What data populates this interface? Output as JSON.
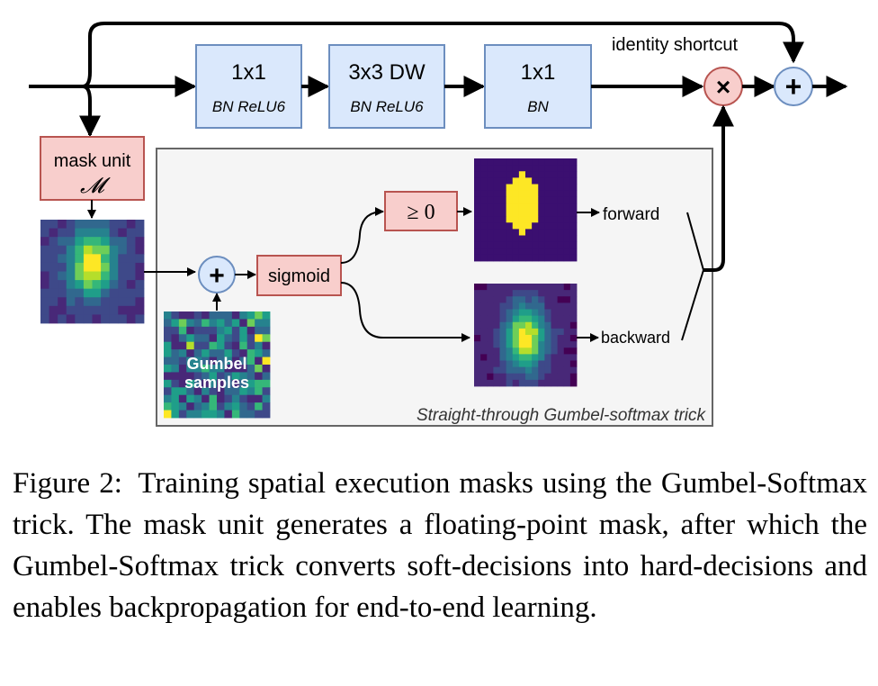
{
  "diagram": {
    "identity_label": "identity shortcut",
    "blocks": [
      {
        "title": "1x1",
        "subtitle": "BN ReLU6"
      },
      {
        "title": "3x3 DW",
        "subtitle": "BN ReLU6"
      },
      {
        "title": "1x1",
        "subtitle": "BN"
      }
    ],
    "multiply_symbol": "×",
    "add_symbol": "+",
    "mask_unit": {
      "label": "mask unit",
      "symbol": "𝓜"
    },
    "gumbel_label_line1": "Gumbel",
    "gumbel_label_line2": "samples",
    "sigmoid_label": "sigmoid",
    "threshold_label": "≥ 0",
    "forward_label": "forward",
    "backward_label": "backward",
    "trick_label": "Straight-through Gumbel-softmax trick",
    "colors": {
      "block_fill": "#dae8fc",
      "block_stroke": "#6c8ebf",
      "op_fill": "#f8cecc",
      "op_stroke": "#b85450",
      "panel_fill": "#f5f5f5",
      "panel_stroke": "#666666",
      "mask_dark": "#3b0f70",
      "mask_bright": "#fde725"
    }
  },
  "caption": {
    "label": "Figure 2:",
    "text": "Training spatial execution masks using the Gumbel-Softmax trick. The mask unit generates a floating-point mask, after which the Gumbel-Softmax trick converts soft-decisions into hard-decisions and enables backpropagation for end-to-end learning."
  }
}
